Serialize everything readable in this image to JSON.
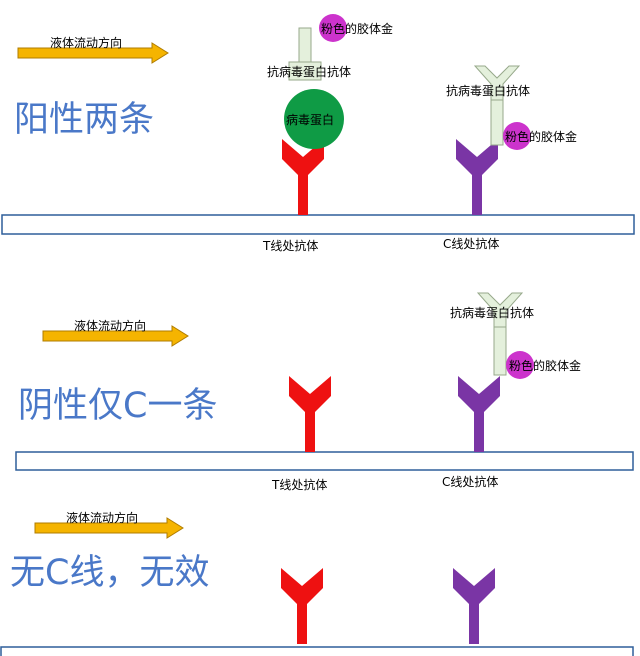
{
  "colors": {
    "arrow": "#f5b400",
    "arrow_outline": "#b07c00",
    "t_antibody": "#ee1111",
    "c_antibody": "#7a35a5",
    "gold": "#cc33cc",
    "virus": "#0f9b45",
    "anti_virus": "#e4f0dc",
    "anti_virus_outline": "#97a98b",
    "strip_outline": "#2f5f9a",
    "title": "#4a78c8"
  },
  "panels": [
    {
      "title": "阳性两条",
      "flow_label": "液体流动方向",
      "gold_label_t": "粉色的胶体金",
      "anti_virus_label_t": "抗病毒蛋白抗体",
      "virus_label": "病毒蛋白",
      "anti_virus_label_c": "抗病毒蛋白抗体",
      "gold_label_c": "粉色的胶体金",
      "t_line_label": "T线处抗体",
      "c_line_label": "C线处抗体"
    },
    {
      "title": "阴性仅C一条",
      "flow_label": "液体流动方向",
      "anti_virus_label_c": "抗病毒蛋白抗体",
      "gold_label_c": "粉色的胶体金",
      "t_line_label": "T线处抗体",
      "c_line_label": "C线处抗体"
    },
    {
      "title": "无C线，无效",
      "flow_label": "液体流动方向"
    }
  ]
}
